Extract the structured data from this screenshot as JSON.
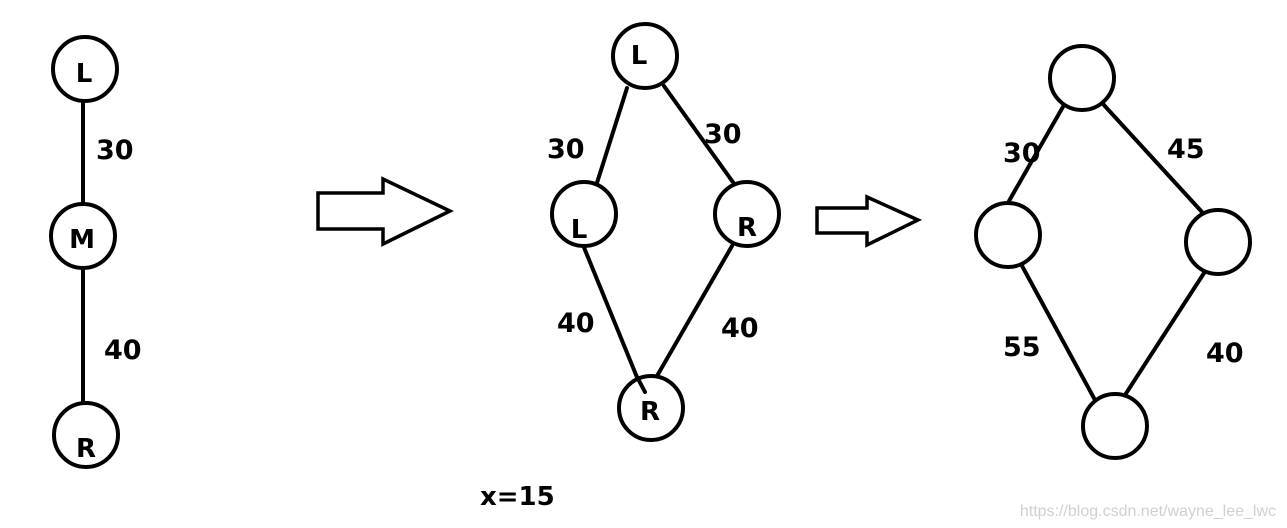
{
  "diagram1": {
    "nodes": {
      "top": "L",
      "mid": "M",
      "bottom": "R"
    },
    "edges": {
      "top_mid": "30",
      "mid_bottom": "40"
    }
  },
  "diagram2": {
    "nodes": {
      "top": "L",
      "left": "L",
      "right": "R",
      "bottom": "R"
    },
    "edges": {
      "top_left": "30",
      "top_right": "30",
      "left_bottom": "40",
      "right_bottom": "40"
    },
    "note": "x=15"
  },
  "diagram3": {
    "nodes": {
      "top": "",
      "left": "",
      "right": "",
      "bottom": ""
    },
    "edges": {
      "top_left": "30",
      "top_right": "45",
      "left_bottom": "55",
      "right_bottom": "40"
    }
  },
  "watermark": "https://blog.csdn.net/wayne_lee_lwc"
}
